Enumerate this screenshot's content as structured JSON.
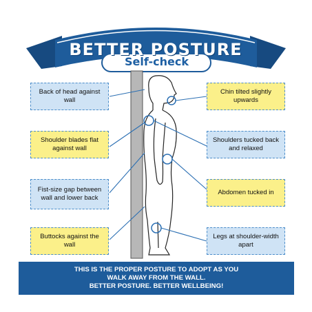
{
  "header": {
    "title": "BETTER POSTURE",
    "subtitle": "Self-check"
  },
  "labels": {
    "left": [
      {
        "text": "Back of head against wall",
        "color": "blue"
      },
      {
        "text": "Shoulder blades flat against wall",
        "color": "yellow"
      },
      {
        "text": "Fist-size gap between wall and lower back",
        "color": "blue"
      },
      {
        "text": "Buttocks against the wall",
        "color": "yellow"
      }
    ],
    "right": [
      {
        "text": "Chin tilted slightly upwards",
        "color": "yellow"
      },
      {
        "text": "Shoulders tucked back and relaxed",
        "color": "blue"
      },
      {
        "text": "Abdomen tucked in",
        "color": "yellow"
      },
      {
        "text": "Legs at shoulder-width apart",
        "color": "blue"
      }
    ]
  },
  "footer": {
    "line1": "THIS IS THE PROPER POSTURE TO ADOPT AS YOU",
    "line2": "WALK AWAY FROM THE WALL.",
    "line3": "BETTER POSTURE. BETTER WELLBEING!"
  },
  "colors": {
    "banner_blue": "#1e5c9b",
    "box_blue": "#cfe3f5",
    "box_yellow": "#fbf08a",
    "wall": "#b7b7b7",
    "figure": "#2b6fb3"
  }
}
